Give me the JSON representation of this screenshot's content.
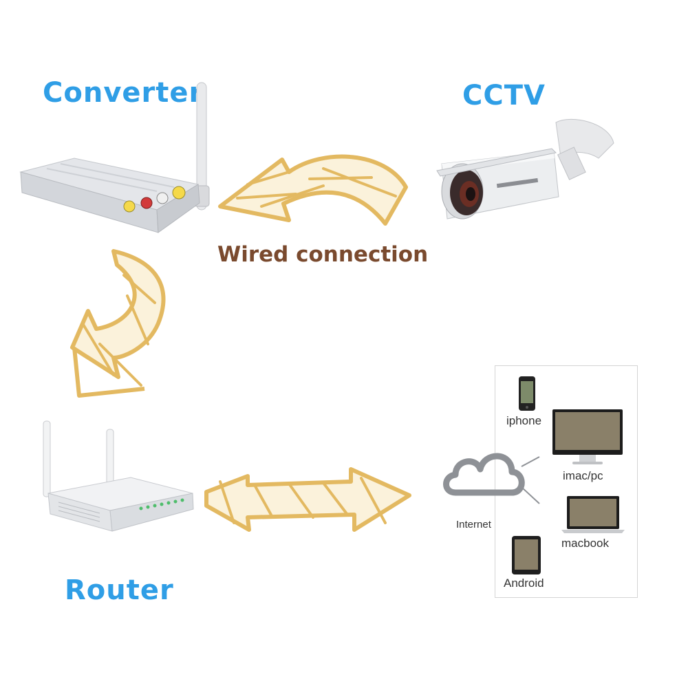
{
  "labels": {
    "converter": "Converter",
    "cctv": "CCTV",
    "wired": "Wired connection",
    "router": "Router"
  },
  "panel": {
    "internet": "Internet",
    "iphone": "iphone",
    "imac": "imac/pc",
    "macbook": "macbook",
    "android": "Android"
  },
  "colors": {
    "label_blue": "#2f9ee6",
    "label_brown": "#7a4a2e",
    "arrow_gold": "#e3b961"
  }
}
